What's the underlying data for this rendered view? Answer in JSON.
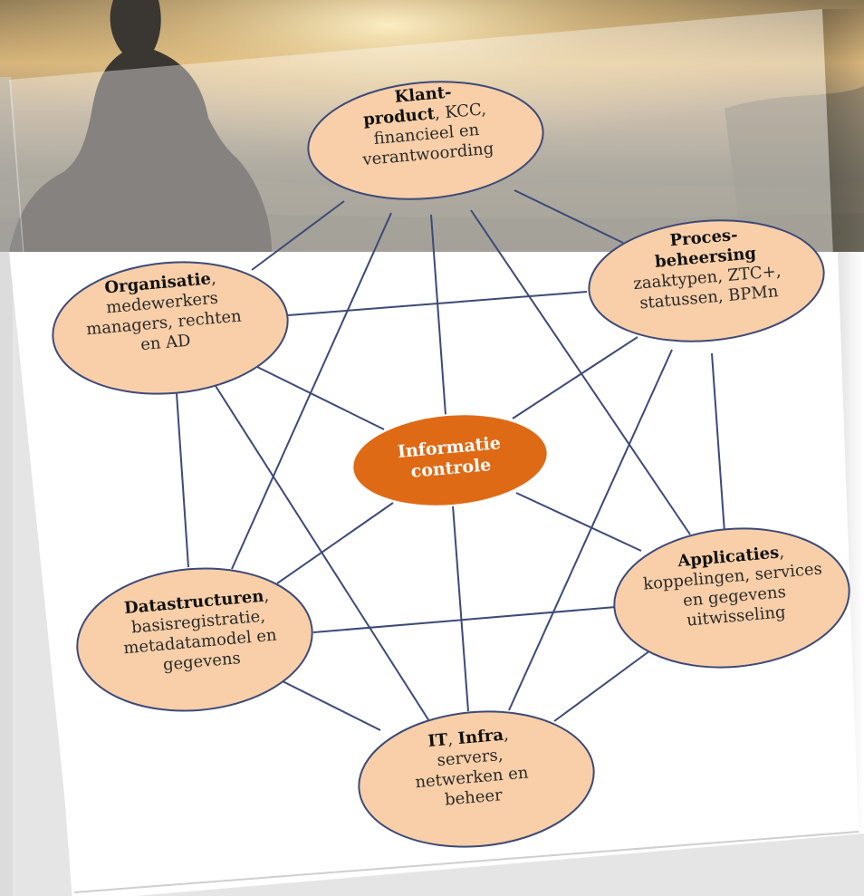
{
  "diagram": {
    "center": {
      "line1": "Informatie",
      "line2": "controle"
    },
    "nodes": {
      "klant": {
        "bold1": "Klant-",
        "bold2": "product",
        "rest2": ", KCC,",
        "line3": "financieel en",
        "line4": "verantwoording"
      },
      "proces": {
        "bold1": "Proces-",
        "bold2": "beheersing",
        "line3": "zaaktypen, ZTC+,",
        "line4": "statussen, BPMn"
      },
      "organisatie": {
        "bold1": "Organisatie",
        "rest1": ",",
        "line2": "medewerkers",
        "line3": "managers, rechten",
        "line4": "en AD"
      },
      "applicaties": {
        "bold1": "Applicaties",
        "rest1": ",",
        "line2": "koppelingen, services",
        "line3": "en gegevens",
        "line4": "uitwisseling"
      },
      "data": {
        "bold1": "Datastructuren",
        "rest1": ",",
        "line2": "basisregistratie,",
        "line3": "metadatamodel en",
        "line4": "gegevens"
      },
      "it": {
        "bold1": "IT",
        "sep": ", ",
        "bold1b": "Infra",
        "rest1": ",",
        "line2": "servers,",
        "line3": "netwerken en",
        "line4": "beheer"
      }
    },
    "colors": {
      "node_fill": "#f8cfa8",
      "node_stroke": "#3d4a78",
      "center_fill": "#df6a16",
      "edge": "#3d4a78",
      "sky_top": "#6b5e4c",
      "sky_glow": "#e8c98a"
    }
  }
}
